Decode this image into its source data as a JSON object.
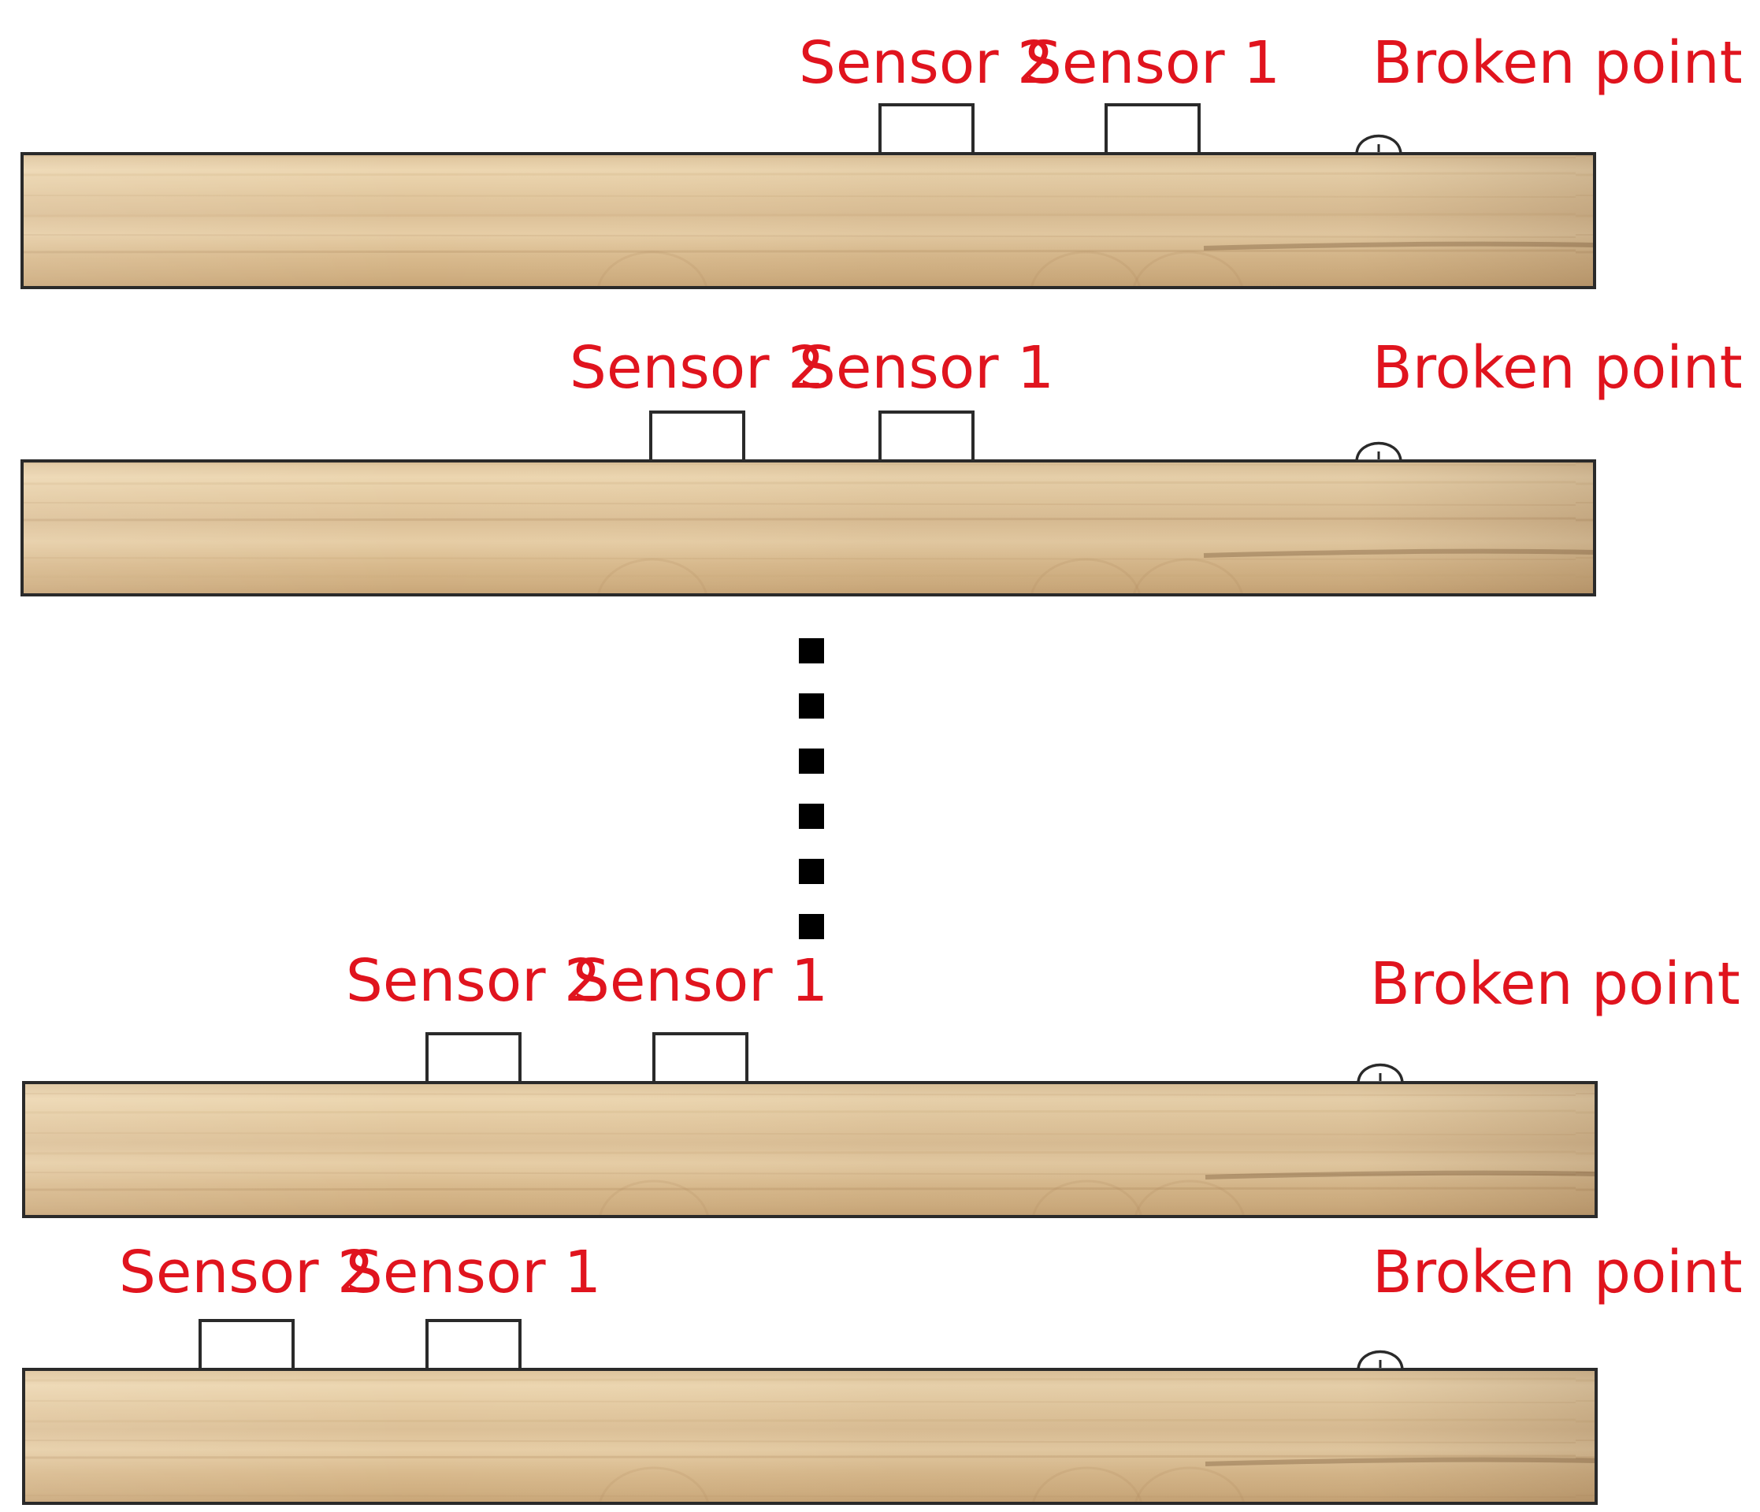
{
  "beams": [
    {
      "sensor_2_label": "Sensor 2",
      "sensor_1_label": "Sensor 1",
      "broken_point_label": "Broken point"
    },
    {
      "sensor_2_label": "Sensor 2",
      "sensor_1_label": "Sensor 1",
      "broken_point_label": "Broken point"
    },
    {
      "sensor_2_label": "Sensor 2",
      "sensor_1_label": "Sensor 1",
      "broken_point_label": "Broken point"
    },
    {
      "sensor_2_label": "Sensor 2",
      "sensor_1_label": "Sensor 1",
      "broken_point_label": "Broken point"
    }
  ],
  "colors": {
    "label": "#e0141e",
    "wood_light": "#e8d1a6",
    "wood_mid": "#d9b98a",
    "wood_dark": "#a8845e",
    "outline": "#2a2a2a",
    "ellipsis": "#000000"
  },
  "ellipsis": {
    "count": 6
  }
}
